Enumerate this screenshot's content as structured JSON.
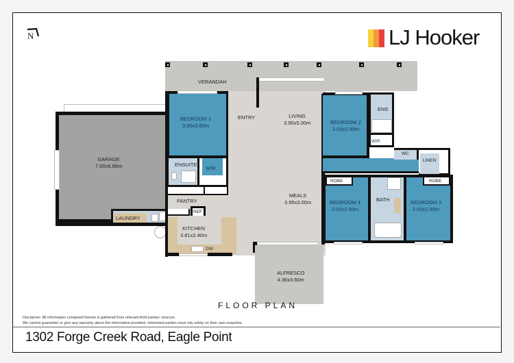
{
  "header": {
    "north_label": "N",
    "brand": {
      "name": "LJ Hooker",
      "bar_colors": [
        "#f7d23e",
        "#f59a38",
        "#e8403f"
      ]
    }
  },
  "colors": {
    "bedroom_blue": "#4f9bbd",
    "wet_area": "#c6d5e2",
    "floor_grey": "#d9d6d2",
    "garage_grey": "#a3a3a1",
    "outdoor_grey": "#c9c7c4",
    "bench_tan": "#d9c4a1"
  },
  "rooms": {
    "verandah": {
      "name": "VERANDAH"
    },
    "bedroom1": {
      "name": "BEDROOM 1",
      "size": "3.90x3.60m"
    },
    "entry": {
      "name": "ENTRY"
    },
    "living": {
      "name": "LIVING",
      "size": "3.95x5.00m"
    },
    "bedroom2": {
      "name": "BEDROOM 2",
      "size": "3.00x2.90m"
    },
    "ens": {
      "name": "ENS"
    },
    "wir2": {
      "name": "WIR"
    },
    "wc": {
      "name": "WC"
    },
    "linen": {
      "name": "LINEN"
    },
    "garage": {
      "name": "GARAGE",
      "size": "7.00x6.88m"
    },
    "ensuite": {
      "name": "ENSUITE"
    },
    "wir1": {
      "name": "WIR"
    },
    "pantry": {
      "name": "PANTRY"
    },
    "ref": {
      "name": "REF"
    },
    "laundry": {
      "name": "LAUNDRY"
    },
    "kitchen": {
      "name": "KITCHEN",
      "size": "3.81x2.40m"
    },
    "dw": {
      "name": "DW"
    },
    "meals": {
      "name": "MEALS",
      "size": "3.95x3.00m"
    },
    "robe4": {
      "name": "ROBE"
    },
    "bedroom4": {
      "name": "BEDROOM 4",
      "size": "3.00x2.90m"
    },
    "bath": {
      "name": "BATH"
    },
    "robe3": {
      "name": "ROBE"
    },
    "bedroom3": {
      "name": "BEDROOM 3",
      "size": "3.00x2.90m"
    },
    "alfresco": {
      "name": "ALFRESCO",
      "size": "4.36x3.60m"
    }
  },
  "footer": {
    "title": "FLOOR PLAN",
    "disclaimer_line1": "Disclaimer: All information contained therein is gathered from relevant third parties' sources.",
    "disclaimer_line2": "We cannot guarantee or give any warranty about the information provided. Interested parties must rely solely on their own enquiries.",
    "address": "1302 Forge Creek Road, Eagle Point"
  }
}
